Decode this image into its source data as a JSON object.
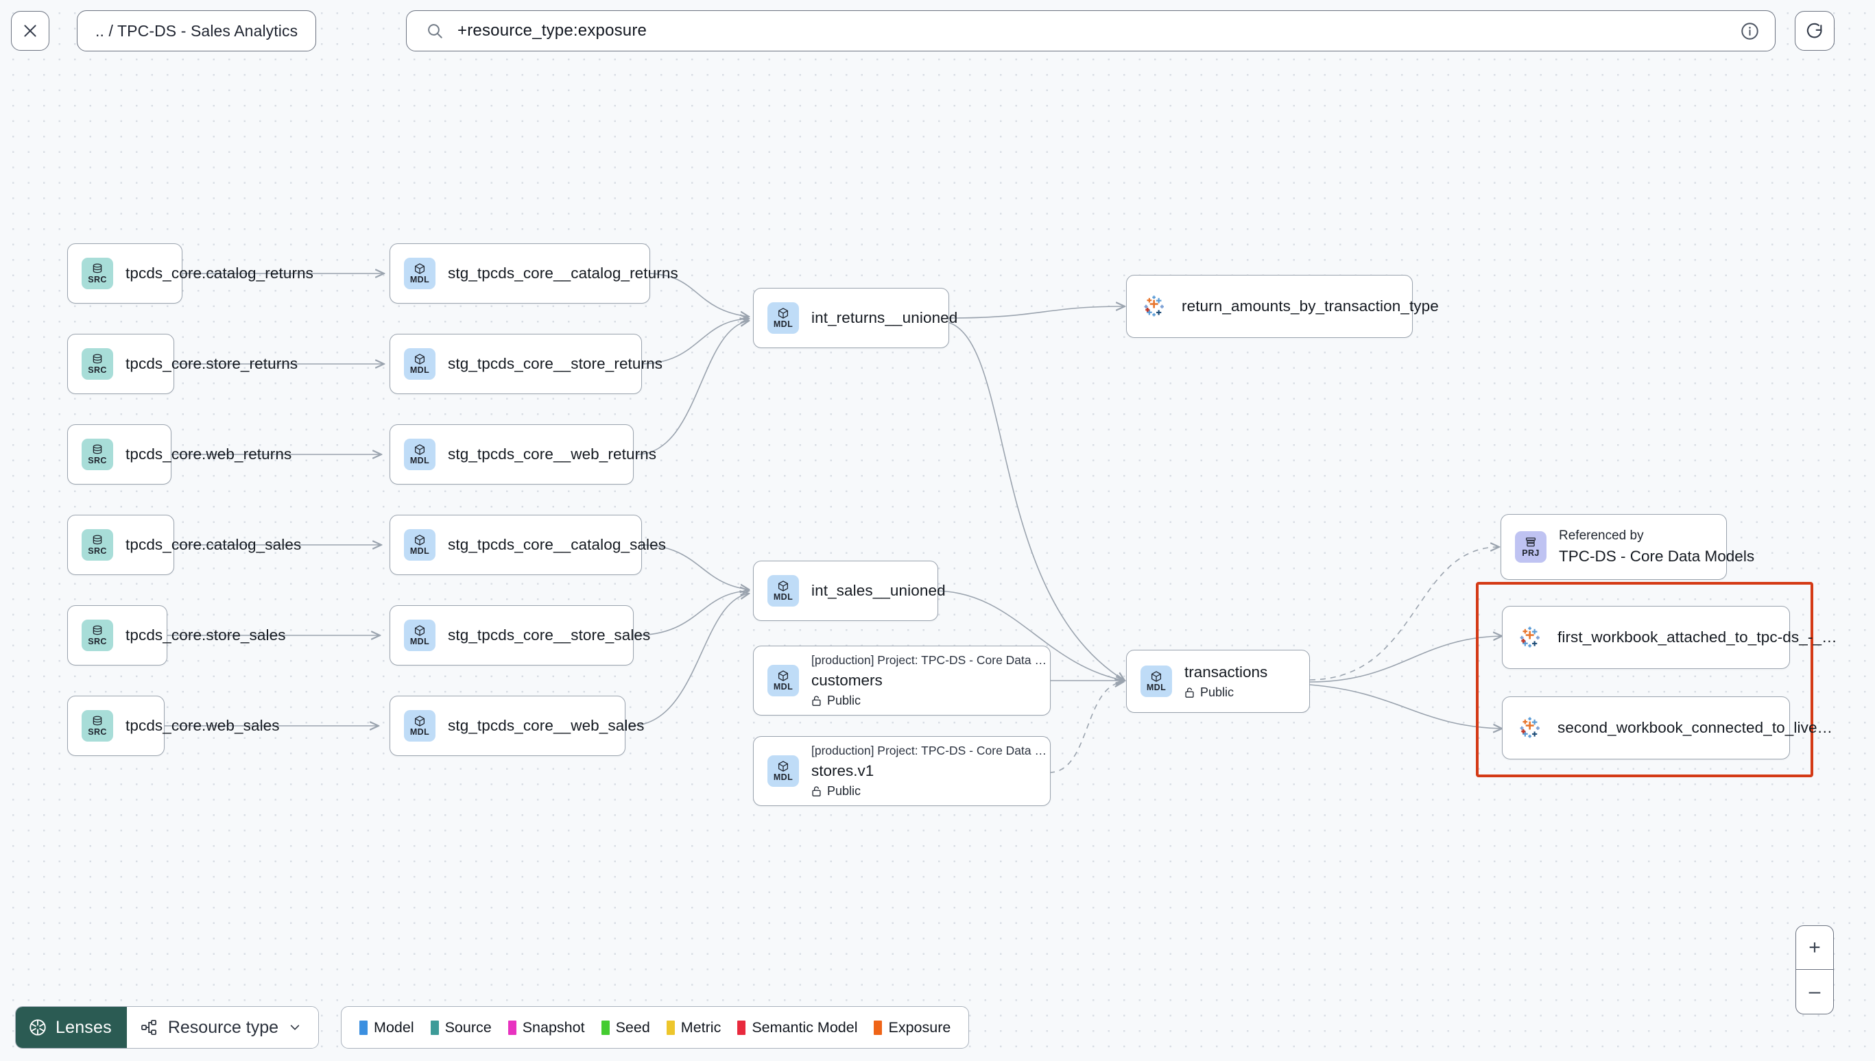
{
  "topbar": {
    "close_icon": "close-icon",
    "breadcrumb": ".. / TPC-DS - Sales Analytics",
    "search": {
      "icon": "search-icon",
      "value": "+resource_type:exposure",
      "placeholder": "Search",
      "info_icon": "info-icon"
    },
    "refresh_icon": "refresh-icon"
  },
  "zoom_controls": {
    "zoom_in": "+",
    "zoom_out": "–"
  },
  "bottombar": {
    "lenses_label": "Lenses",
    "lenses_icon": "aperture-icon",
    "resource_type_label": "Resource type",
    "resource_type_icon": "hierarchy-icon",
    "chevron_icon": "chevron-down-icon",
    "legend": [
      {
        "label": "Model",
        "color": "#3b8fe0"
      },
      {
        "label": "Source",
        "color": "#3d9b98"
      },
      {
        "label": "Snapshot",
        "color": "#e832c0"
      },
      {
        "label": "Seed",
        "color": "#44cc30"
      },
      {
        "label": "Metric",
        "color": "#edc62c"
      },
      {
        "label": "Semantic Model",
        "color": "#e8293d"
      },
      {
        "label": "Exposure",
        "color": "#ef6417"
      }
    ]
  },
  "graph": {
    "highlight_color": "#d43a16",
    "sources": [
      {
        "tag": "SRC",
        "label": "tpcds_core.catalog_returns"
      },
      {
        "tag": "SRC",
        "label": "tpcds_core.store_returns"
      },
      {
        "tag": "SRC",
        "label": "tpcds_core.web_returns"
      },
      {
        "tag": "SRC",
        "label": "tpcds_core.catalog_sales"
      },
      {
        "tag": "SRC",
        "label": "tpcds_core.store_sales"
      },
      {
        "tag": "SRC",
        "label": "tpcds_core.web_sales"
      }
    ],
    "staging": [
      {
        "tag": "MDL",
        "label": "stg_tpcds_core__catalog_returns"
      },
      {
        "tag": "MDL",
        "label": "stg_tpcds_core__store_returns"
      },
      {
        "tag": "MDL",
        "label": "stg_tpcds_core__web_returns"
      },
      {
        "tag": "MDL",
        "label": "stg_tpcds_core__catalog_sales"
      },
      {
        "tag": "MDL",
        "label": "stg_tpcds_core__store_sales"
      },
      {
        "tag": "MDL",
        "label": "stg_tpcds_core__web_sales"
      }
    ],
    "intermediate": [
      {
        "tag": "MDL",
        "label": "int_returns__unioned"
      },
      {
        "tag": "MDL",
        "label": "int_sales__unioned"
      }
    ],
    "semantic": [
      {
        "tag": "MDL",
        "project": "[production] Project: TPC-DS - Core Data Mo…",
        "name": "customers",
        "access": "Public",
        "access_icon": "unlock-icon"
      },
      {
        "tag": "MDL",
        "project": "[production] Project: TPC-DS - Core Data Mo…",
        "name": "stores.v1",
        "access": "Public",
        "access_icon": "unlock-icon"
      }
    ],
    "transactions": {
      "tag": "MDL",
      "name": "transactions",
      "access": "Public",
      "access_icon": "unlock-icon"
    },
    "project_ref": {
      "tag": "PRJ",
      "heading": "Referenced by",
      "name": "TPC-DS - Core Data Models"
    },
    "exposures": [
      {
        "icon": "tableau-icon",
        "label": "return_amounts_by_transaction_type"
      },
      {
        "icon": "tableau-icon",
        "label": "first_workbook_attached_to_tpc-ds_-_…"
      },
      {
        "icon": "tableau-icon",
        "label": "second_workbook_connected_to_live…"
      }
    ]
  }
}
